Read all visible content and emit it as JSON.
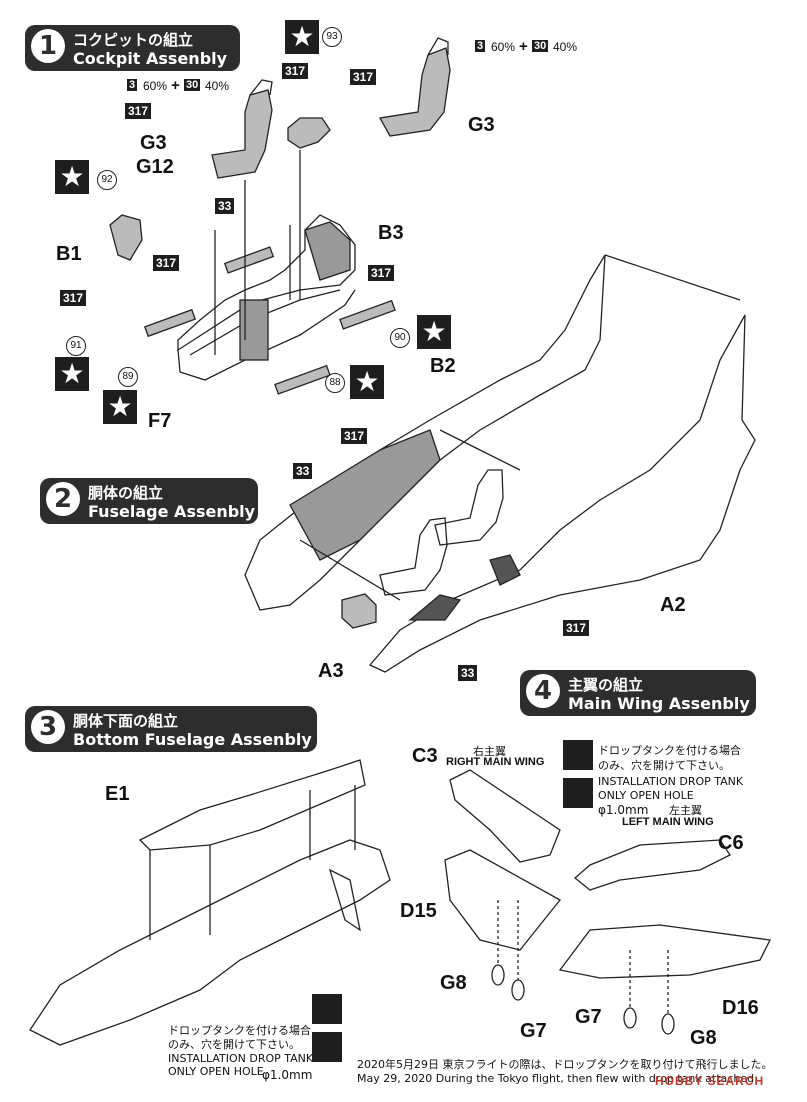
{
  "steps": [
    {
      "num": "1",
      "jp": "コクピットの組立",
      "en": "Cockpit Assenbly"
    },
    {
      "num": "2",
      "jp": "胴体の組立",
      "en": "Fuselage Assenbly"
    },
    {
      "num": "3",
      "jp": "胴体下面の組立",
      "en": "Bottom Fuselage Assenbly"
    },
    {
      "num": "4",
      "jp": "主翼の組立",
      "en": "Main Wing Assenbly"
    }
  ],
  "color_codes": {
    "c317": "317",
    "c33": "33",
    "c3": "3",
    "c30": "30"
  },
  "mix": {
    "pct60": "60%",
    "plus": "+",
    "pct40": "40%"
  },
  "parts": {
    "G3": "G3",
    "G12": "G12",
    "B1": "B1",
    "B3": "B3",
    "F7": "F7",
    "B2": "B2",
    "A2": "A2",
    "A3": "A3",
    "E1": "E1",
    "C3": "C3",
    "C6": "C6",
    "D15": "D15",
    "D16": "D16",
    "G7": "G7",
    "G8": "G8"
  },
  "decals": {
    "d88": "88",
    "d89": "89",
    "d90": "90",
    "d91": "91",
    "d92": "92",
    "d93": "93"
  },
  "wing_labels": {
    "right_jp": "右主翼",
    "right_en": "RIGHT MAIN WING",
    "left_jp": "左主翼",
    "left_en": "LEFT MAIN WING"
  },
  "drop_tank": {
    "jp_line1": "ドロップタンクを付ける場合",
    "jp_line2": "のみ、穴を開けて下さい。",
    "en_line1": "INSTALLATION DROP TANK",
    "en_line2": "ONLY OPEN HOLE",
    "hole": "φ1.0mm"
  },
  "footnote": {
    "jp": "2020年5月29日 東京フライトの際は、ドロップタンクを取り付けて飛行しました。",
    "en": "May 29, 2020 During the Tokyo flight, then flew with drop tank attached."
  },
  "watermark": "HOBBY SEARCH",
  "star_icon": "star-icon"
}
